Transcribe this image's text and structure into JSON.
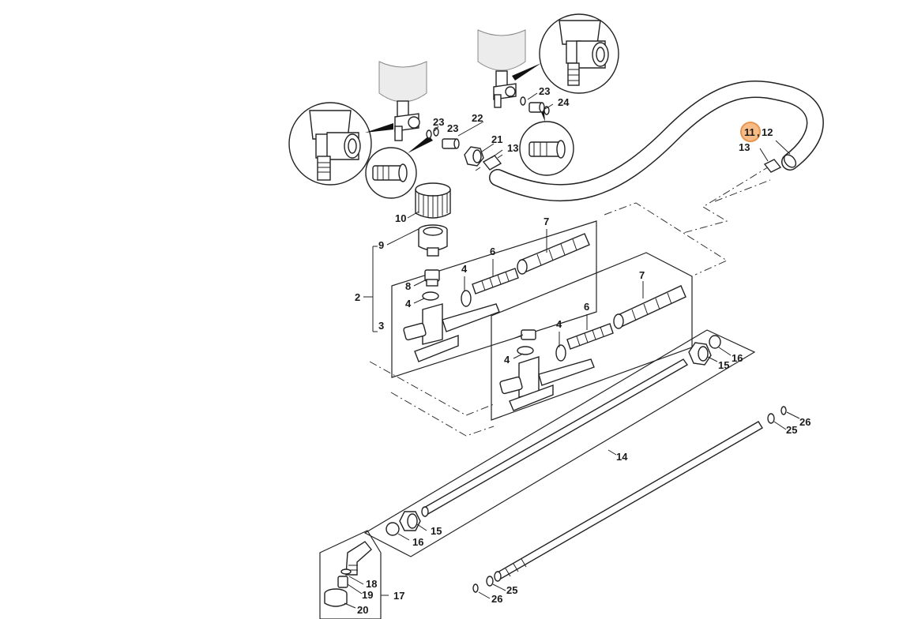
{
  "callouts": {
    "c2": "2",
    "c3": "3",
    "c4a": "4",
    "c4b": "4",
    "c4c": "4",
    "c4d": "4",
    "c6a": "6",
    "c6b": "6",
    "c7a": "7",
    "c7b": "7",
    "c8": "8",
    "c9": "9",
    "c10": "10",
    "c11": "11",
    "c12": "12",
    "c13a": "13",
    "c13b": "13",
    "c14": "14",
    "c15a": "15",
    "c15b": "15",
    "c16a": "16",
    "c16b": "16",
    "c17": "17",
    "c18": "18",
    "c19": "19",
    "c20": "20",
    "c21": "21",
    "c22": "22",
    "c23a": "23",
    "c23b": "23",
    "c23c": "23",
    "c24": "24",
    "c25a": "25",
    "c25b": "25",
    "c26a": "26",
    "c26b": "26"
  },
  "highlighted_callout": "11",
  "colors": {
    "highlight": "#f7b57a",
    "highlight_border": "#e58a3c",
    "ink": "#222222"
  }
}
